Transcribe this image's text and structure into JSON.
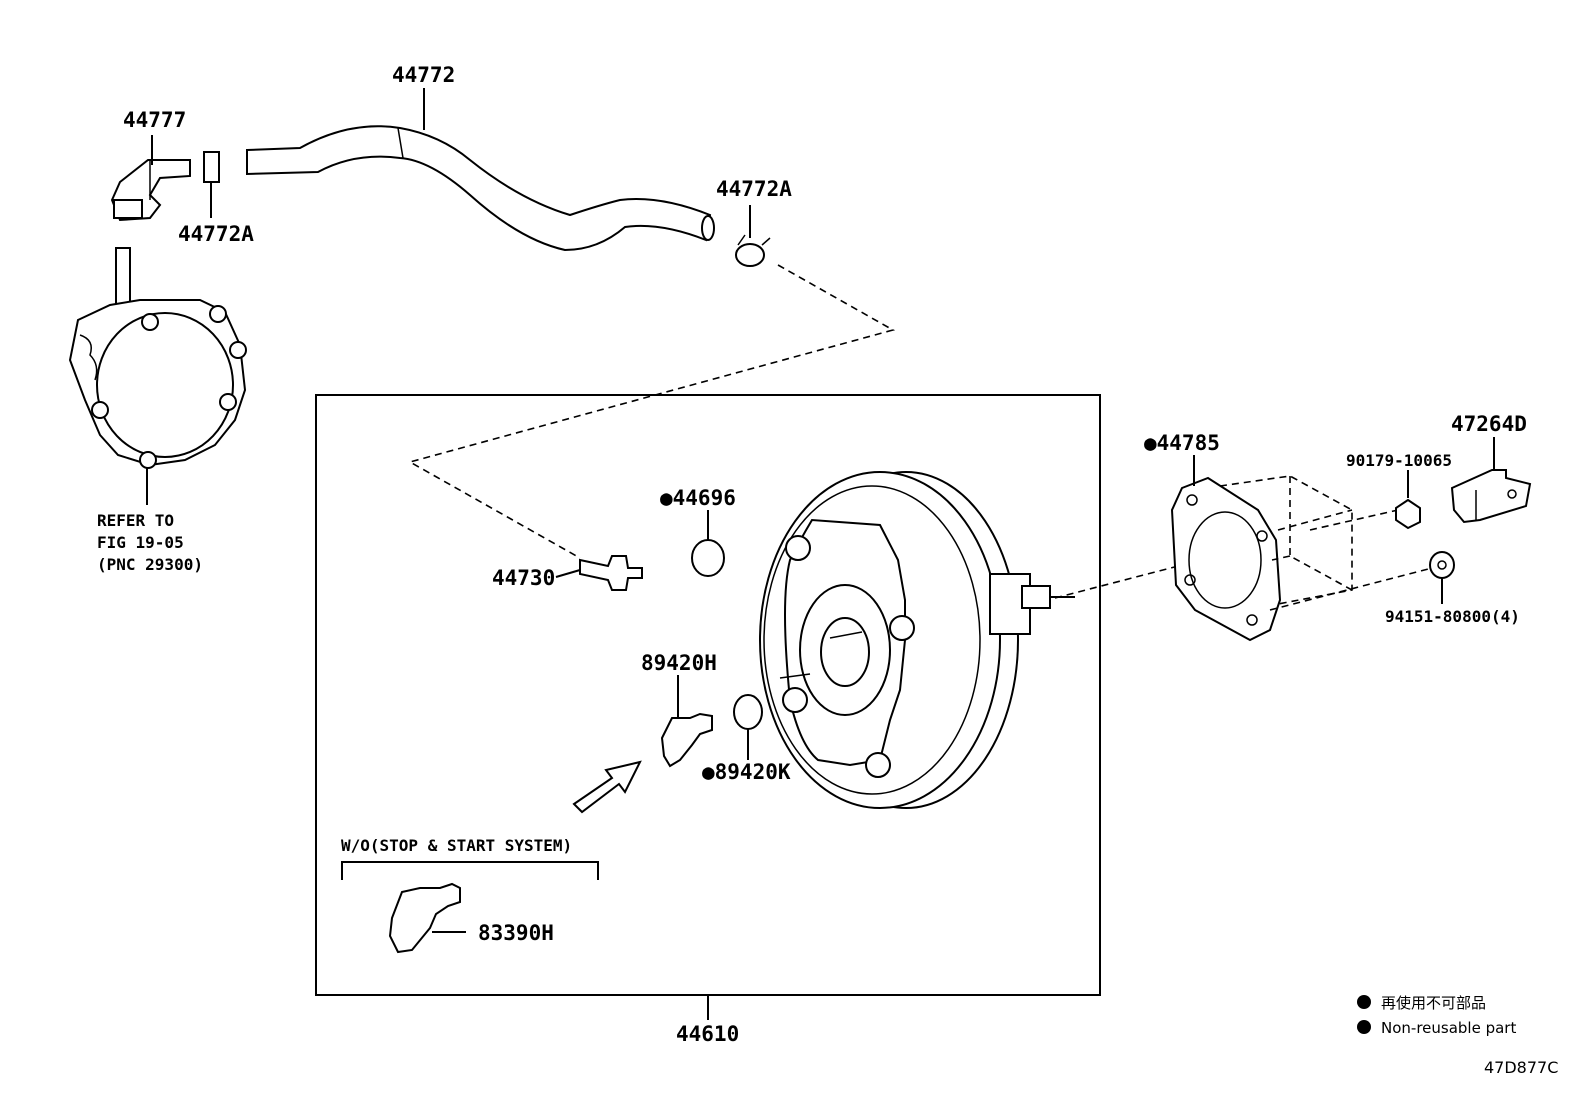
{
  "parts": {
    "p44772": "44772",
    "p44777": "44777",
    "p44772a_left": "44772A",
    "p44772a_right": "44772A",
    "p44696": "●44696",
    "p44730": "44730",
    "p89420h": "89420H",
    "p89420k": "●89420K",
    "p83390h": "83390H",
    "p44610": "44610",
    "p44785": "●44785",
    "p47264d": "47264D",
    "p90179": "90179-10065",
    "p94151": "94151-80800(4)"
  },
  "refer": {
    "line1": "REFER TO",
    "line2": "FIG 19-05",
    "line3": "(PNC 29300)"
  },
  "variant_label": "W/O(STOP & START SYSTEM)",
  "legend": {
    "jp": "再使用不可部品",
    "en": "Non-reusable part"
  },
  "figure_code": "47D877C"
}
